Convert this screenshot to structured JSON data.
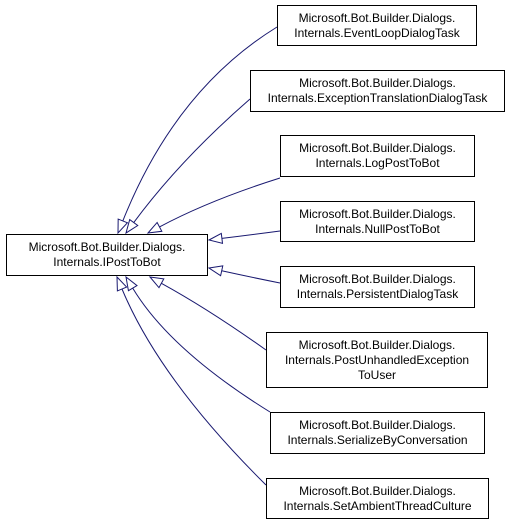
{
  "base_class": {
    "lines": [
      "Microsoft.Bot.Builder.Dialogs.",
      "Internals.IPostToBot"
    ]
  },
  "derived_classes": [
    {
      "lines": [
        "Microsoft.Bot.Builder.Dialogs.",
        "Internals.EventLoopDialogTask"
      ]
    },
    {
      "lines": [
        "Microsoft.Bot.Builder.Dialogs.",
        "Internals.ExceptionTranslationDialogTask"
      ]
    },
    {
      "lines": [
        "Microsoft.Bot.Builder.Dialogs.",
        "Internals.LogPostToBot"
      ]
    },
    {
      "lines": [
        "Microsoft.Bot.Builder.Dialogs.",
        "Internals.NullPostToBot"
      ]
    },
    {
      "lines": [
        "Microsoft.Bot.Builder.Dialogs.",
        "Internals.PersistentDialogTask"
      ]
    },
    {
      "lines": [
        "Microsoft.Bot.Builder.Dialogs.",
        "Internals.PostUnhandledException",
        "ToUser"
      ]
    },
    {
      "lines": [
        "Microsoft.Bot.Builder.Dialogs.",
        "Internals.SerializeByConversation"
      ]
    },
    {
      "lines": [
        "Microsoft.Bot.Builder.Dialogs.",
        "Internals.SetAmbientThreadCulture"
      ]
    }
  ],
  "colors": {
    "edge": "#191970",
    "border": "#000000",
    "text": "#000000",
    "background": "#ffffff"
  }
}
